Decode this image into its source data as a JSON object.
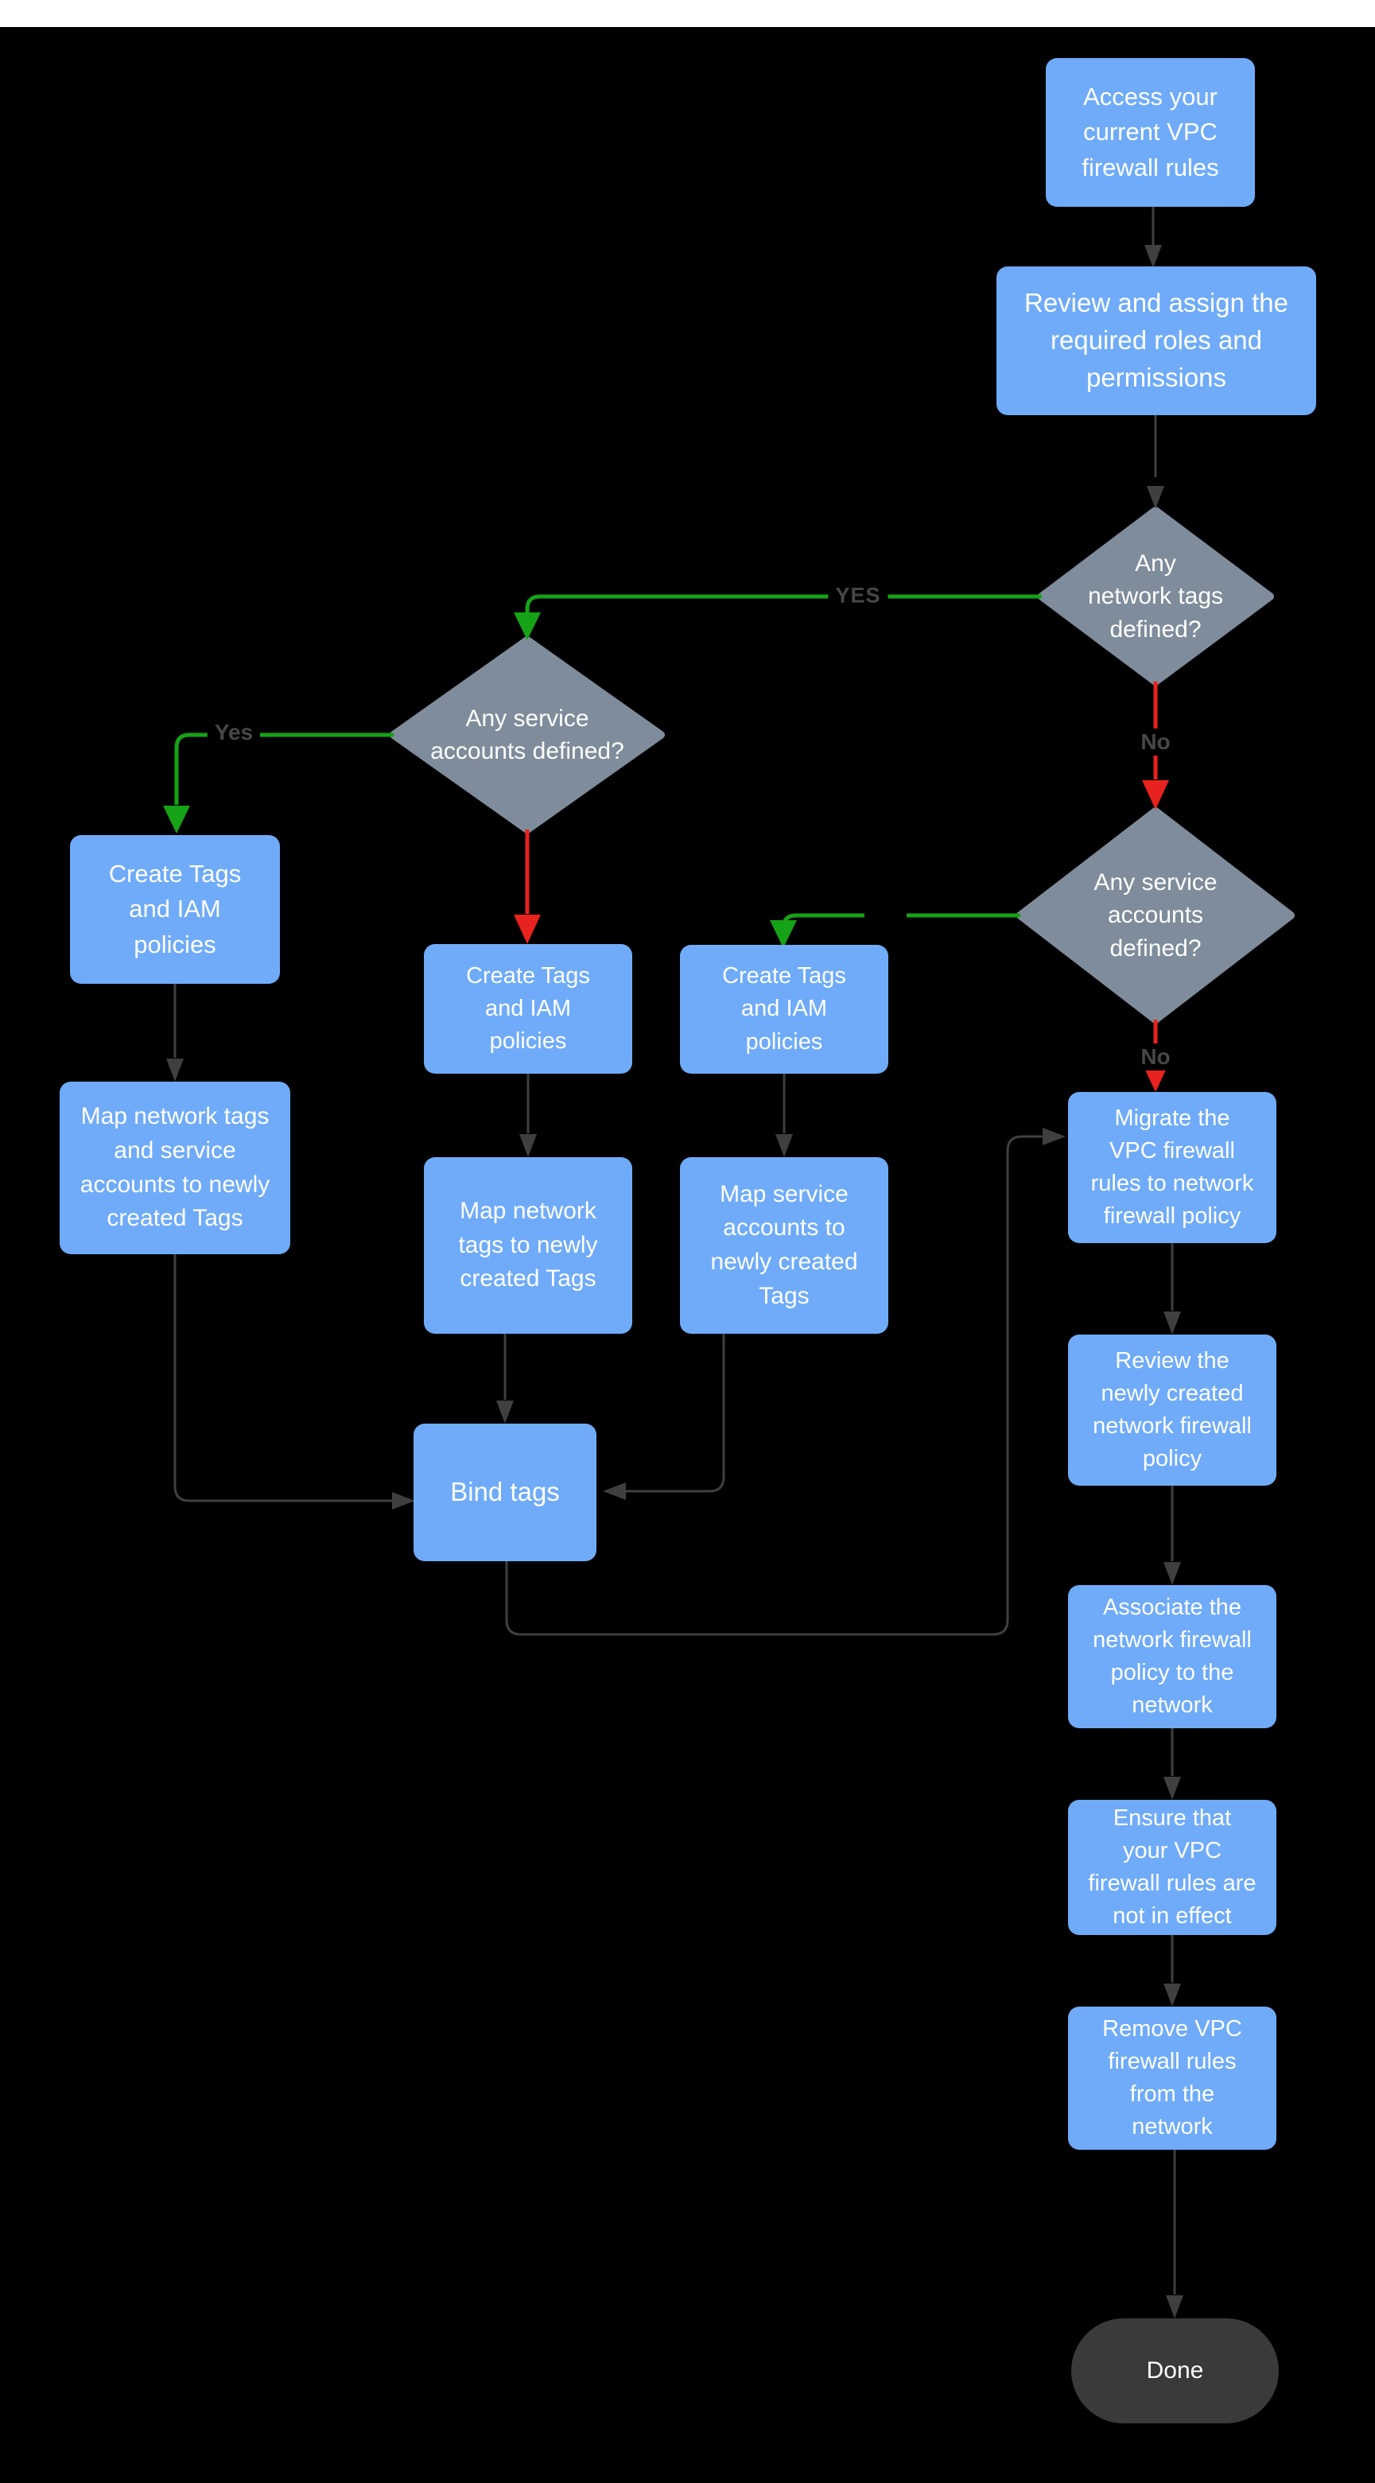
{
  "page": {
    "background_color": "#000000",
    "top_bar_color": "#ffffff"
  },
  "colors": {
    "process_blue": "#6fabf8",
    "decision_gray": "#7e8c9b",
    "terminator_gray": "#3a3a3a",
    "arrow_dark": "#3f3f3f",
    "yes_green": "#16a216",
    "no_red": "#e8221e",
    "edge_label_gray": "#474747",
    "node_text": "#ffffff"
  },
  "flowchart": {
    "nodes": {
      "access": {
        "type": "process",
        "label": "Access your\ncurrent VPC\nfirewall rules"
      },
      "review_roles": {
        "type": "process",
        "label": "Review and assign the\nrequired roles and\npermissions"
      },
      "d_network_tags": {
        "type": "decision",
        "label": "Any\nnetwork tags\ndefined?"
      },
      "d_service_left": {
        "type": "decision",
        "label": "Any service\naccounts defined?"
      },
      "d_service_right": {
        "type": "decision",
        "label": "Any service\naccounts\ndefined?"
      },
      "create_left": {
        "type": "process",
        "label": "Create Tags\nand IAM\npolicies"
      },
      "create_mid": {
        "type": "process",
        "label": "Create Tags\nand IAM\npolicies"
      },
      "create_right": {
        "type": "process",
        "label": "Create Tags\nand IAM\npolicies"
      },
      "map_left": {
        "type": "process",
        "label": "Map network tags\nand service\naccounts to newly\ncreated Tags"
      },
      "map_mid": {
        "type": "process",
        "label": "Map network\ntags to newly\ncreated Tags"
      },
      "map_right": {
        "type": "process",
        "label": "Map service\naccounts  to\nnewly created\nTags"
      },
      "bind": {
        "type": "process",
        "label": "Bind tags"
      },
      "migrate": {
        "type": "process",
        "label": "Migrate the\nVPC firewall\nrules to network\nfirewall policy"
      },
      "review_policy": {
        "type": "process",
        "label": "Review the\nnewly created\nnetwork firewall\npolicy"
      },
      "associate": {
        "type": "process",
        "label": "Associate the\nnetwork firewall\npolicy to the\nnetwork"
      },
      "ensure": {
        "type": "process",
        "label": "Ensure that\nyour VPC\nfirewall rules are\nnot in effect"
      },
      "remove": {
        "type": "process",
        "label": "Remove  VPC\nfirewall rules\nfrom the\nnetwork"
      },
      "done": {
        "type": "terminator",
        "label": "Done"
      }
    },
    "edge_labels": {
      "yes_upper": "YES",
      "yes_lower": "Yes",
      "no_d1": "No",
      "no_d3": "No"
    },
    "edges": [
      {
        "from": "access",
        "to": "review_roles",
        "color": "dark"
      },
      {
        "from": "review_roles",
        "to": "d_network_tags",
        "color": "dark"
      },
      {
        "from": "d_network_tags",
        "to": "d_service_left",
        "label": "YES",
        "color": "green"
      },
      {
        "from": "d_network_tags",
        "to": "d_service_right",
        "label": "No",
        "color": "red"
      },
      {
        "from": "d_service_left",
        "to": "create_left",
        "label": "Yes",
        "color": "green"
      },
      {
        "from": "d_service_left",
        "to": "create_mid",
        "color": "red"
      },
      {
        "from": "d_service_right",
        "to": "create_right",
        "color": "green"
      },
      {
        "from": "d_service_right",
        "to": "migrate",
        "label": "No",
        "color": "red"
      },
      {
        "from": "create_left",
        "to": "map_left",
        "color": "dark"
      },
      {
        "from": "create_mid",
        "to": "map_mid",
        "color": "dark"
      },
      {
        "from": "create_right",
        "to": "map_right",
        "color": "dark"
      },
      {
        "from": "map_left",
        "to": "bind",
        "color": "dark"
      },
      {
        "from": "map_mid",
        "to": "bind",
        "color": "dark"
      },
      {
        "from": "map_right",
        "to": "bind",
        "color": "dark"
      },
      {
        "from": "bind",
        "to": "migrate",
        "color": "dark"
      },
      {
        "from": "migrate",
        "to": "review_policy",
        "color": "dark"
      },
      {
        "from": "review_policy",
        "to": "associate",
        "color": "dark"
      },
      {
        "from": "associate",
        "to": "ensure",
        "color": "dark"
      },
      {
        "from": "ensure",
        "to": "remove",
        "color": "dark"
      },
      {
        "from": "remove",
        "to": "done",
        "color": "dark"
      }
    ]
  }
}
